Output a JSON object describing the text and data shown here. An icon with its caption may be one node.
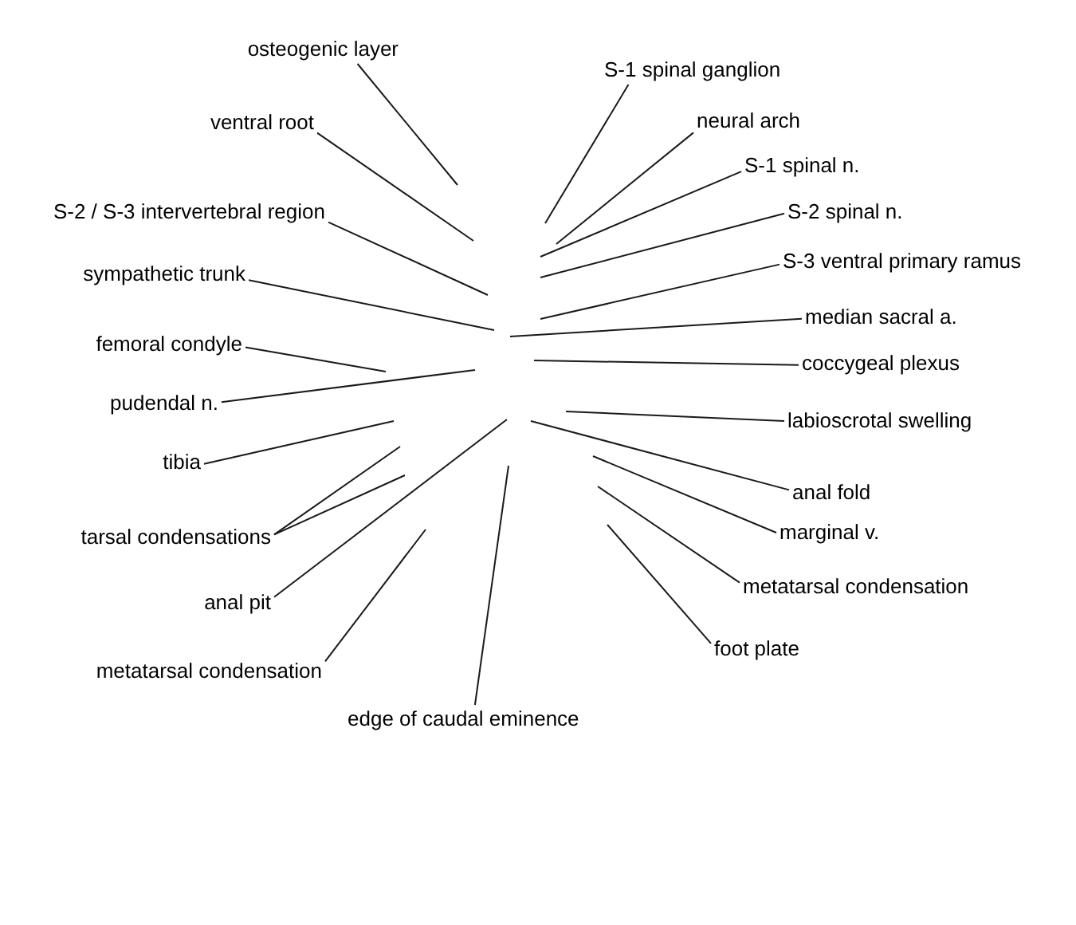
{
  "diagram": {
    "nodes": [
      {
        "text": [
          "osteogenic layer"
        ]
      },
      {
        "text": [
          "ventral root"
        ]
      },
      {
        "text": [
          "S-2 / S-3 intervertebral region"
        ]
      },
      {
        "text": [
          "sympathetic trunk"
        ]
      },
      {
        "text": [
          "femoral condyle"
        ]
      },
      {
        "text": [
          "pudendal n."
        ]
      },
      {
        "text": [
          "tibia"
        ]
      },
      {
        "text": [
          "tarsal condensations"
        ]
      },
      {
        "text": [
          "anal pit"
        ]
      },
      {
        "text": [
          "metatarsal condensation"
        ]
      },
      {
        "text": [
          "edge of caudal eminence"
        ]
      },
      {
        "text": [
          "S-1 spinal ganglion"
        ]
      },
      {
        "text": [
          "neural arch"
        ]
      },
      {
        "text": [
          "S-1 spinal n."
        ]
      },
      {
        "text": [
          "S-2 spinal n."
        ]
      },
      {
        "text": [
          "S-3 ventral primary ramus"
        ]
      },
      {
        "text": [
          "median sacral a."
        ]
      },
      {
        "text": [
          "coccygeal plexus"
        ]
      },
      {
        "text": [
          "labioscrotal swelling"
        ]
      },
      {
        "text": [
          "anal fold"
        ]
      },
      {
        "text": [
          "marginal v."
        ]
      },
      {
        "text": [
          "metatarsal condensation"
        ]
      },
      {
        "text": [
          "foot plate"
        ]
      }
    ],
    "edges": [
      {
        "from": 0,
        "to": null,
        "arrow": "none"
      },
      {
        "from": 1,
        "to": null,
        "arrow": "none"
      },
      {
        "from": 2,
        "to": null,
        "arrow": "none"
      },
      {
        "from": 3,
        "to": null,
        "arrow": "none"
      },
      {
        "from": 4,
        "to": null,
        "arrow": "none"
      },
      {
        "from": 5,
        "to": null,
        "arrow": "none"
      },
      {
        "from": 6,
        "to": null,
        "arrow": "none"
      },
      {
        "from": 7,
        "to": null,
        "arrow": "none"
      },
      {
        "from": 7,
        "to": null,
        "arrow": "none"
      },
      {
        "from": 8,
        "to": null,
        "arrow": "none"
      },
      {
        "from": 9,
        "to": null,
        "arrow": "none"
      },
      {
        "from": 10,
        "to": null,
        "arrow": "none"
      },
      {
        "from": 11,
        "to": null,
        "arrow": "none"
      },
      {
        "from": 12,
        "to": null,
        "arrow": "none"
      },
      {
        "from": 13,
        "to": null,
        "arrow": "none"
      },
      {
        "from": 14,
        "to": null,
        "arrow": "none"
      },
      {
        "from": 15,
        "to": null,
        "arrow": "none"
      },
      {
        "from": 16,
        "to": null,
        "arrow": "none"
      },
      {
        "from": 17,
        "to": null,
        "arrow": "none"
      },
      {
        "from": 18,
        "to": null,
        "arrow": "none"
      },
      {
        "from": 19,
        "to": null,
        "arrow": "none"
      },
      {
        "from": 20,
        "to": null,
        "arrow": "none"
      },
      {
        "from": 21,
        "to": null,
        "arrow": "none"
      },
      {
        "from": 22,
        "to": null,
        "arrow": "none"
      }
    ]
  }
}
